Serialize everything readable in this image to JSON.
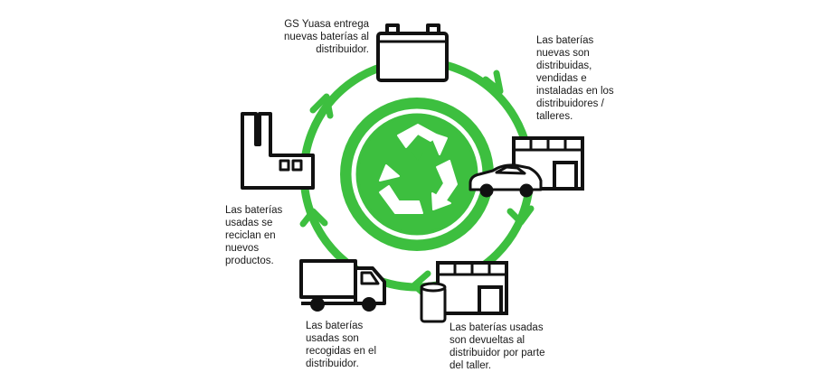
{
  "diagram": {
    "colors": {
      "green": "#3dbf3f",
      "dark_green": "#2b9d2e",
      "ink": "#111111"
    },
    "steps": [
      {
        "id": "step-1",
        "icon": "battery-icon",
        "text": "GS Yuasa entrega\nnuevas baterías al\ndistribuidor."
      },
      {
        "id": "step-2",
        "icon": "shop-and-car-icon",
        "text": "Las baterías\nnuevas son\ndistribuidas,\nvendidas e\ninstaladas en los\ndistribuidores /\ntalleres."
      },
      {
        "id": "step-3",
        "icon": "workshop-and-bin-icon",
        "text": "Las baterías usadas\nson devueltas al\ndistribuidor por parte\ndel taller."
      },
      {
        "id": "step-4",
        "icon": "truck-icon",
        "text": "Las baterías\nusadas son\nrecogidas en el\ndistribuidor."
      },
      {
        "id": "step-5",
        "icon": "factory-icon",
        "text": "Las baterías\nusadas se\nreciclan en\nnuevos\nproductos."
      }
    ],
    "center_icon": "recycle-icon"
  }
}
